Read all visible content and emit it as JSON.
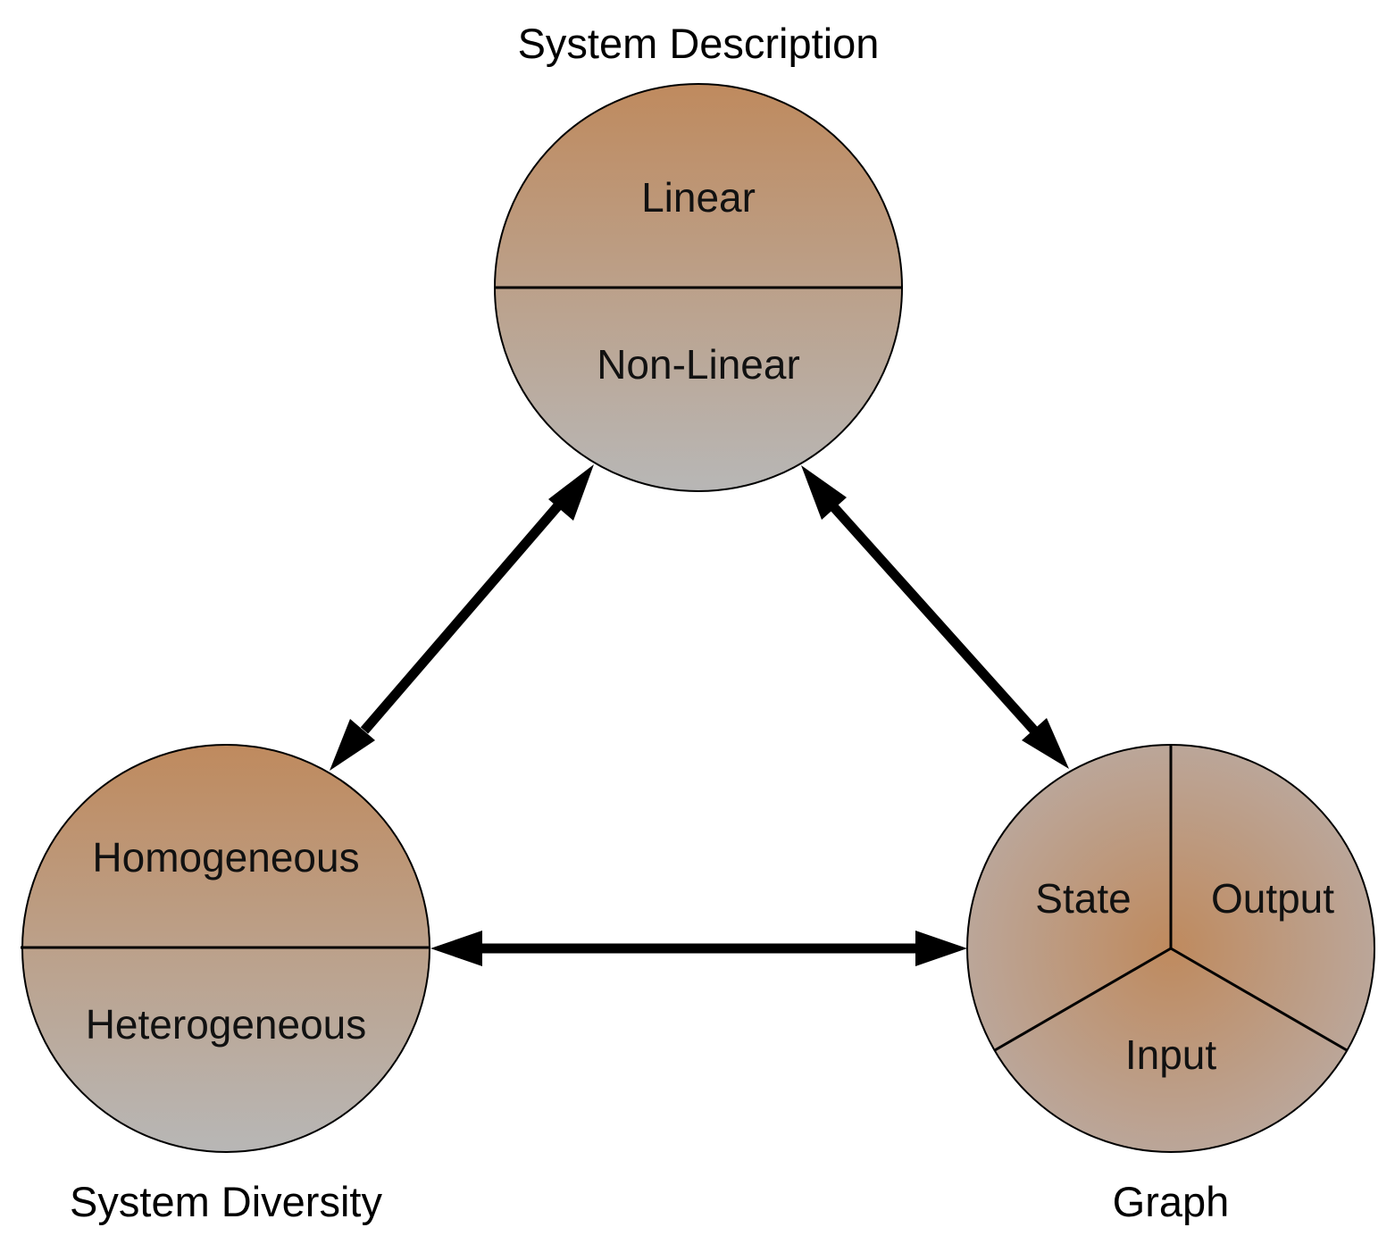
{
  "colors": {
    "fill_top": "#BF8A5E",
    "fill_bottom": "#B8B7B6",
    "radial_center": "#BF8A5E",
    "radial_edge": "#BBA699",
    "line": "#000000",
    "background": "#FFFFFF"
  },
  "nodes": {
    "system_description": {
      "caption": "System Description",
      "segments": [
        "Linear",
        "Non-Linear"
      ]
    },
    "system_diversity": {
      "caption": "System Diversity",
      "segments": [
        "Homogeneous",
        "Heterogeneous"
      ]
    },
    "graph": {
      "caption": "Graph",
      "segments": [
        "State",
        "Output",
        "Input"
      ]
    }
  },
  "edges": [
    {
      "from": "system_description",
      "to": "system_diversity",
      "bidirectional": true
    },
    {
      "from": "system_description",
      "to": "graph",
      "bidirectional": true
    },
    {
      "from": "system_diversity",
      "to": "graph",
      "bidirectional": true
    }
  ]
}
